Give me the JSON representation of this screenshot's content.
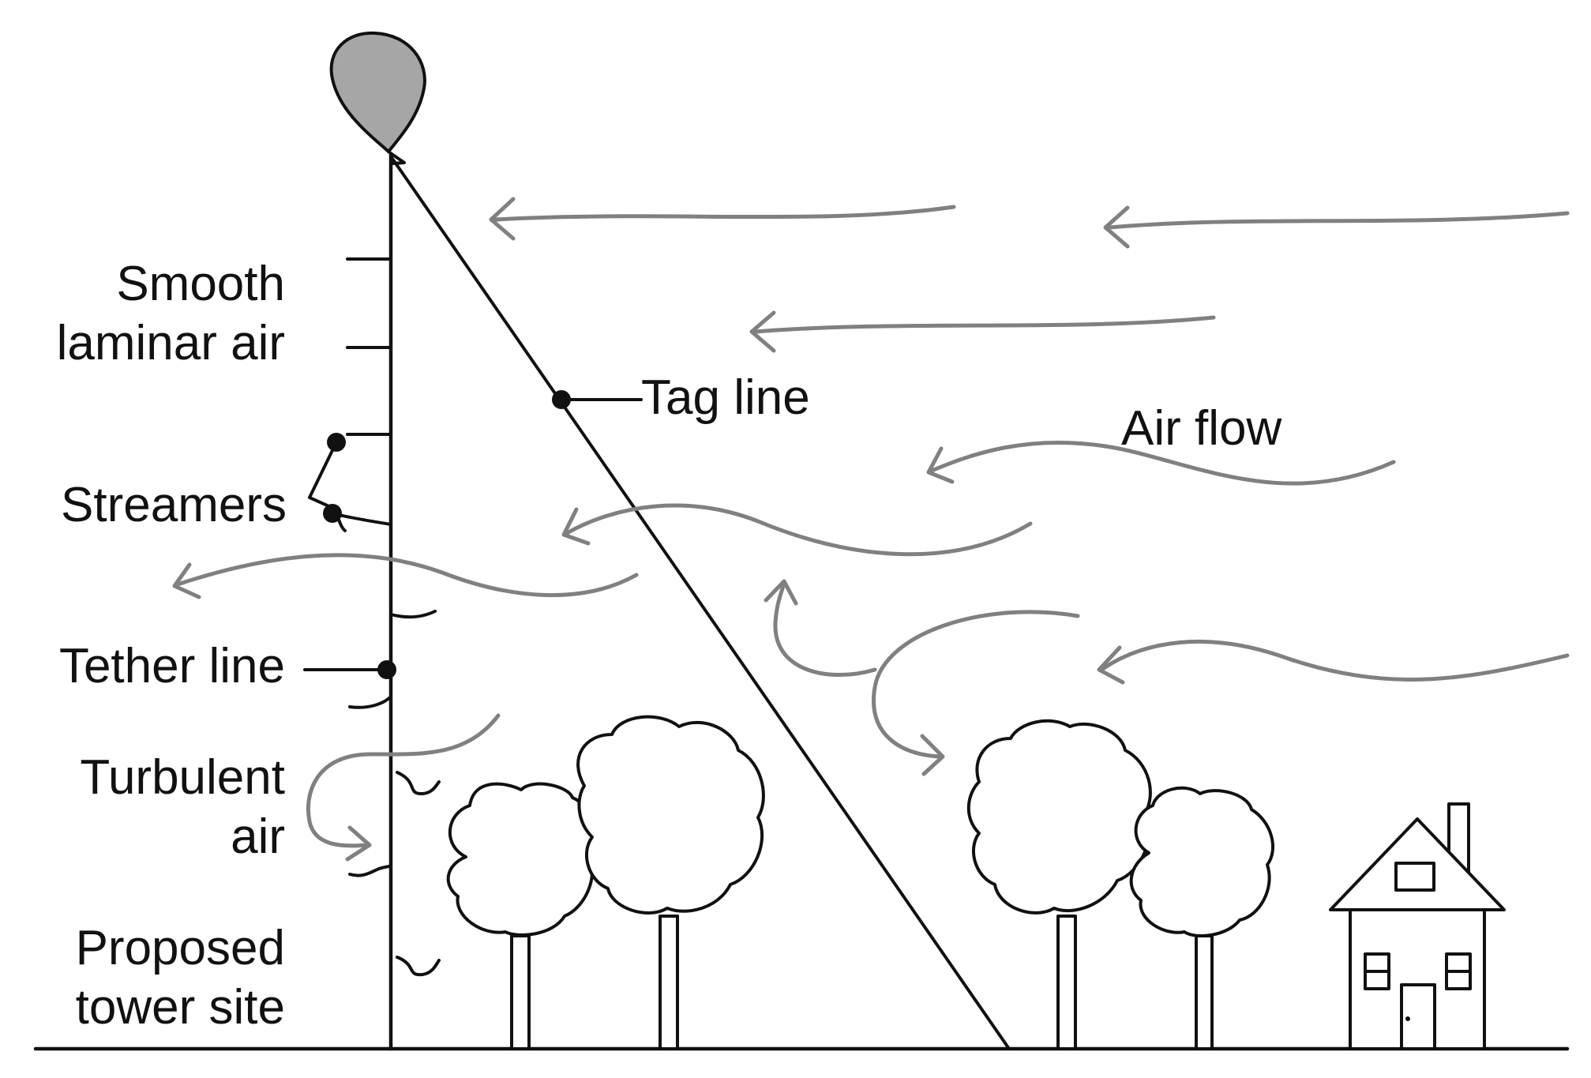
{
  "labels": {
    "smooth_laminar_air": [
      "Smooth",
      "laminar air"
    ],
    "tag_line": "Tag line",
    "air_flow": "Air flow",
    "streamers": "Streamers",
    "tether_line": "Tether line",
    "turbulent_air": [
      "Turbulent",
      "air"
    ],
    "proposed_tower_site": [
      "Proposed",
      "tower site"
    ]
  },
  "colors": {
    "ink": "#111111",
    "air_flow_arrows": "#808080",
    "balloon_fill": "#a6a6a6",
    "background": "#ffffff"
  },
  "icons": {
    "balloon": "balloon-icon",
    "tree": "tree-icon",
    "house": "house-icon"
  }
}
